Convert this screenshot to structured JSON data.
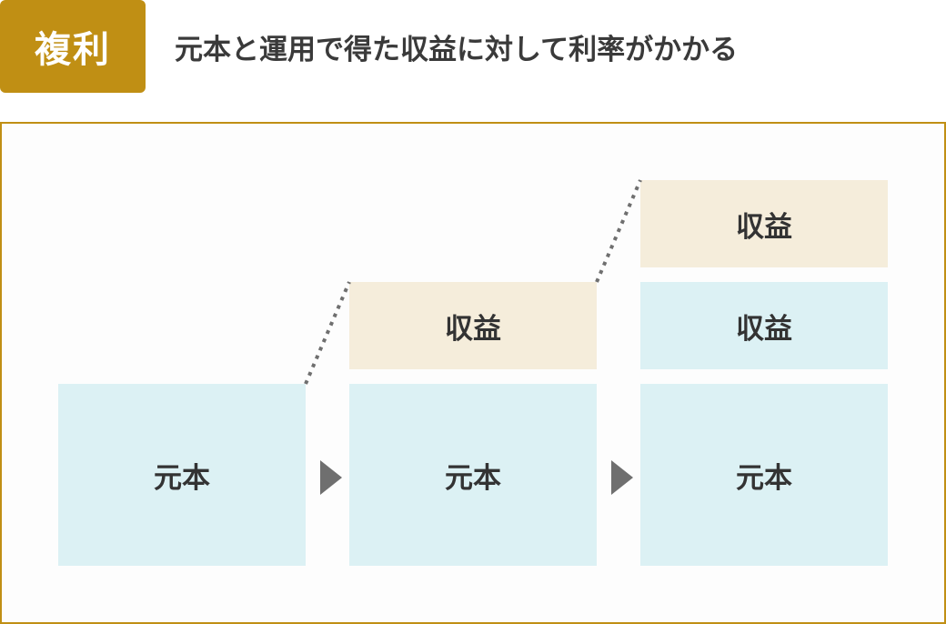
{
  "header": {
    "badge_label": "複利",
    "headline": "元本と運用で得た収益に対して利率がかかる"
  },
  "diagram": {
    "stage1": {
      "principal": "元本"
    },
    "stage2": {
      "principal": "元本",
      "gain": "収益"
    },
    "stage3": {
      "principal": "元本",
      "gain_reinvested": "収益",
      "gain_new": "収益"
    }
  },
  "colors": {
    "accent_gold": "#c08f14",
    "principal_fill": "#dcf1f4",
    "gain_fill": "#f5eddb",
    "arrow": "#6f6f6f",
    "guide_line": "#6f6f6f"
  },
  "icons": {
    "step_arrow": "triangle-right-icon"
  }
}
